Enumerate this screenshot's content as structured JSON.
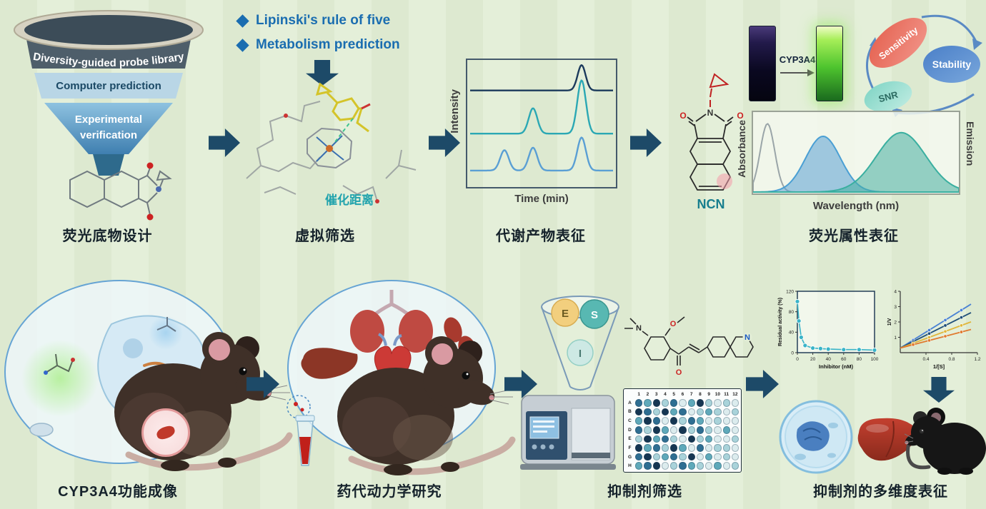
{
  "meta": {
    "background_green": "#dde9d0",
    "arrow_color": "#1d4a68",
    "accent_blue": "#1a6db0",
    "teal": "#21a3ad"
  },
  "molecule_atoms": {
    "o": "O",
    "n": "N"
  },
  "top": {
    "stage1": {
      "funnel": {
        "layer1": "Diversity-guided probe library",
        "layer2": "Computer prediction",
        "layer3_line1": "Experimental",
        "layer3_line2": "verification"
      },
      "caption": "荧光底物设计"
    },
    "stage2": {
      "bullets": [
        "Lipinski's rule of five",
        "Metabolism prediction"
      ],
      "annotation": "催化距离",
      "caption": "虚拟筛选"
    },
    "stage3": {
      "caption": "代谢产物表征"
    },
    "stage4": {
      "molecule_label": "NCN",
      "enzyme_label": "CYP3A4",
      "ovals": [
        "Sensitivity",
        "Stability",
        "SNR"
      ],
      "caption": "荧光属性表征"
    }
  },
  "bottom": {
    "stage1": {
      "caption": "CYP3A4功能成像"
    },
    "stage2": {
      "caption": "药代动力学研究"
    },
    "stage3": {
      "esi": [
        "E",
        "S",
        "I"
      ],
      "plate": {
        "col_headers": [
          "1",
          "2",
          "3",
          "4",
          "5",
          "6",
          "7",
          "8",
          "9",
          "10",
          "11",
          "12"
        ],
        "row_headers": [
          "A",
          "B",
          "C",
          "D",
          "E",
          "F",
          "G",
          "H"
        ],
        "palette": [
          "#f2f7f8",
          "#dcecee",
          "#a9d3da",
          "#5fa9ba",
          "#2e6e92",
          "#163652"
        ],
        "rows": [
          [
            4,
            3,
            5,
            2,
            4,
            1,
            3,
            5,
            2,
            1,
            2,
            1
          ],
          [
            5,
            4,
            2,
            5,
            3,
            4,
            1,
            2,
            3,
            2,
            1,
            2
          ],
          [
            3,
            5,
            4,
            1,
            5,
            2,
            4,
            3,
            1,
            2,
            1,
            1
          ],
          [
            4,
            2,
            5,
            3,
            1,
            5,
            2,
            4,
            2,
            1,
            3,
            1
          ],
          [
            2,
            5,
            3,
            4,
            2,
            1,
            5,
            2,
            3,
            1,
            1,
            2
          ],
          [
            5,
            3,
            4,
            2,
            5,
            3,
            1,
            4,
            1,
            2,
            2,
            1
          ],
          [
            4,
            5,
            2,
            3,
            4,
            2,
            5,
            1,
            3,
            1,
            2,
            1
          ],
          [
            3,
            4,
            5,
            1,
            2,
            4,
            3,
            2,
            1,
            3,
            1,
            2
          ]
        ]
      },
      "caption": "抑制剂筛选"
    },
    "stage4": {
      "caption": "抑制剂的多维度表征"
    }
  },
  "chart_data": [
    {
      "id": "chromatogram",
      "type": "line",
      "xlabel": "Time (min)",
      "ylabel": "Intensity",
      "grid": false,
      "traces": [
        {
          "name": "metabolite-trace-1",
          "color": "#1b3a5c",
          "baseline": 0.24,
          "peaks": [
            {
              "x": 0.78,
              "h": 0.2,
              "w": 0.028
            }
          ]
        },
        {
          "name": "metabolite-trace-2",
          "color": "#2ba8b4",
          "baseline": 0.58,
          "peaks": [
            {
              "x": 0.44,
              "h": 0.2,
              "w": 0.03
            },
            {
              "x": 0.78,
              "h": 0.42,
              "w": 0.03
            }
          ]
        },
        {
          "name": "metabolite-trace-3",
          "color": "#5a9fd4",
          "baseline": 0.87,
          "peaks": [
            {
              "x": 0.24,
              "h": 0.16,
              "w": 0.03
            },
            {
              "x": 0.44,
              "h": 0.18,
              "w": 0.03
            },
            {
              "x": 0.78,
              "h": 0.26,
              "w": 0.03
            }
          ]
        }
      ]
    },
    {
      "id": "spectra",
      "type": "area",
      "xlabel": "Wavelength (nm)",
      "ylabel_left": "Absorbance",
      "ylabel_right": "Emission",
      "curves": [
        {
          "name": "uv-absorbance",
          "color": "#9aa5a8",
          "fill": "none",
          "cx": 0.07,
          "h": 0.92,
          "w": 0.035
        },
        {
          "name": "visible-absorbance",
          "color": "#4a9fd4",
          "fill": "rgba(90,160,212,0.55)",
          "cx": 0.34,
          "h": 0.75,
          "w": 0.085
        },
        {
          "name": "emission",
          "color": "#3aafa0",
          "fill": "rgba(70,175,160,0.55)",
          "cx": 0.72,
          "h": 0.8,
          "w": 0.12
        }
      ]
    },
    {
      "id": "dose_response",
      "type": "scatter",
      "xlabel": "Inhibitor (nM)",
      "ylabel": "Residual activity (%)",
      "xlim": [
        0,
        100
      ],
      "ylim": [
        0,
        120
      ],
      "x_ticks": [
        0,
        20,
        40,
        60,
        80,
        100
      ],
      "y_ticks": [
        0,
        40,
        80,
        120
      ],
      "x": [
        0,
        2,
        5,
        10,
        20,
        30,
        40,
        60,
        80,
        100
      ],
      "y": [
        100,
        62,
        30,
        14,
        9,
        8,
        7,
        6,
        6,
        5
      ],
      "color": "#3ab4c8"
    },
    {
      "id": "lineweaver_burk",
      "type": "line",
      "xlabel": "1/[S]",
      "ylabel": "1/V",
      "xlim": [
        0,
        1.2
      ],
      "ylim": [
        0,
        4
      ],
      "x_ticks": [
        0.4,
        0.8,
        1.2
      ],
      "y_ticks": [
        1,
        2,
        3,
        4
      ],
      "dot_x": [
        0.2,
        0.45,
        0.7,
        0.95
      ],
      "series": [
        {
          "name": "highest-inhibitor",
          "color": "#4a82d4",
          "intercept": 0.3,
          "slope": 2.6
        },
        {
          "name": "high-inhibitor",
          "color": "#1f4e79",
          "intercept": 0.3,
          "slope": 2.1
        },
        {
          "name": "low-inhibitor",
          "color": "#e0b63a",
          "intercept": 0.3,
          "slope": 1.55
        },
        {
          "name": "no-inhibitor",
          "color": "#e07a30",
          "intercept": 0.3,
          "slope": 1.1
        }
      ]
    }
  ]
}
